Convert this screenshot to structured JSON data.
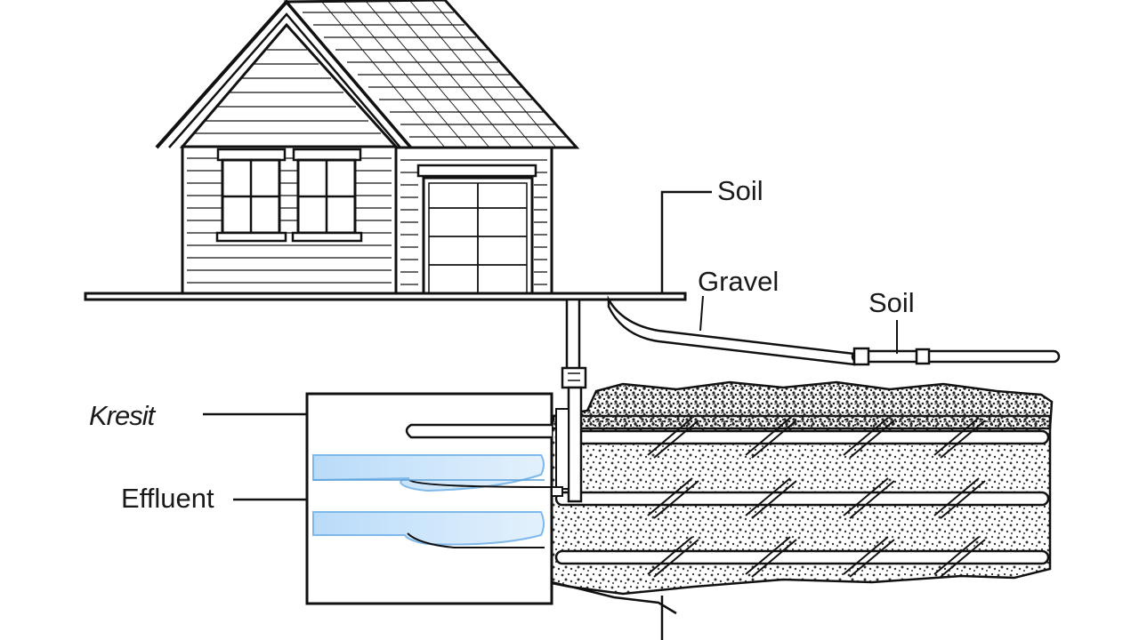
{
  "labels": {
    "soil_top": "Soil",
    "gravel": "Gravel",
    "soil_right": "Soil",
    "tank": "Kresit",
    "effluent": "Effluent"
  },
  "colors": {
    "line": "#111111",
    "effluent_fill": "#cfe6fb",
    "effluent_edge": "#7fb8ea",
    "gravel_dots": "#333333",
    "background": "#ffffff"
  }
}
